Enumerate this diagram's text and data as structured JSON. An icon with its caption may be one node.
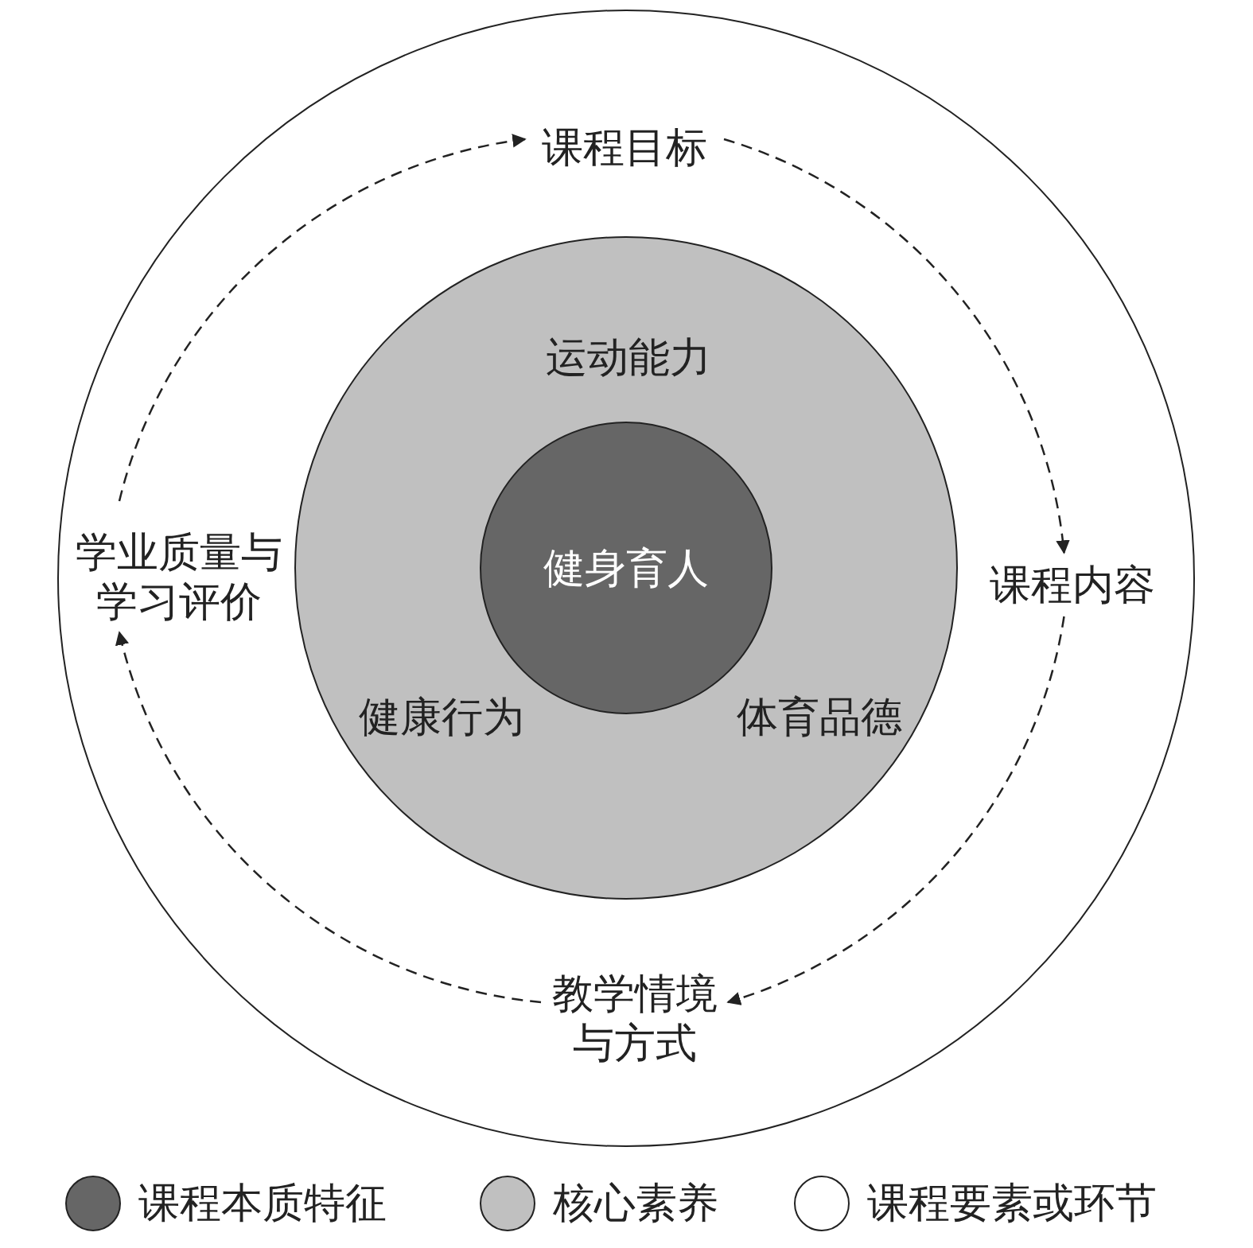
{
  "diagram": {
    "nodes": [
      {
        "text": [],
        "shape": "circle"
      },
      {
        "text": [
          "课程目标"
        ],
        "in": 0
      },
      {
        "text": [
          "运动能力",
          "健康行为",
          "体育品德"
        ],
        "in": 0
      },
      {
        "text": [
          "健身育人"
        ],
        "in": 2
      },
      {
        "text": [
          "学业质量与学习评价"
        ],
        "in": 0
      },
      {
        "text": [
          "课程内容"
        ],
        "in": 0
      },
      {
        "text": [
          "教学情境与方式"
        ],
        "in": 0
      }
    ],
    "edges": [
      {
        "from": 1,
        "to": 5,
        "arrow": "to",
        "style": "dashed"
      },
      {
        "from": 5,
        "to": 6,
        "arrow": "to",
        "style": "dashed"
      },
      {
        "from": 6,
        "to": 4,
        "arrow": "to",
        "style": "dashed"
      },
      {
        "from": 4,
        "to": 1,
        "arrow": "to",
        "style": "dashed"
      }
    ],
    "legend": [
      {
        "text": "课程本质特征",
        "color": "#666666"
      },
      {
        "text": "核心素养",
        "color": "#c0c0c0"
      },
      {
        "text": "课程要素或环节",
        "color": "#ffffff"
      }
    ]
  }
}
